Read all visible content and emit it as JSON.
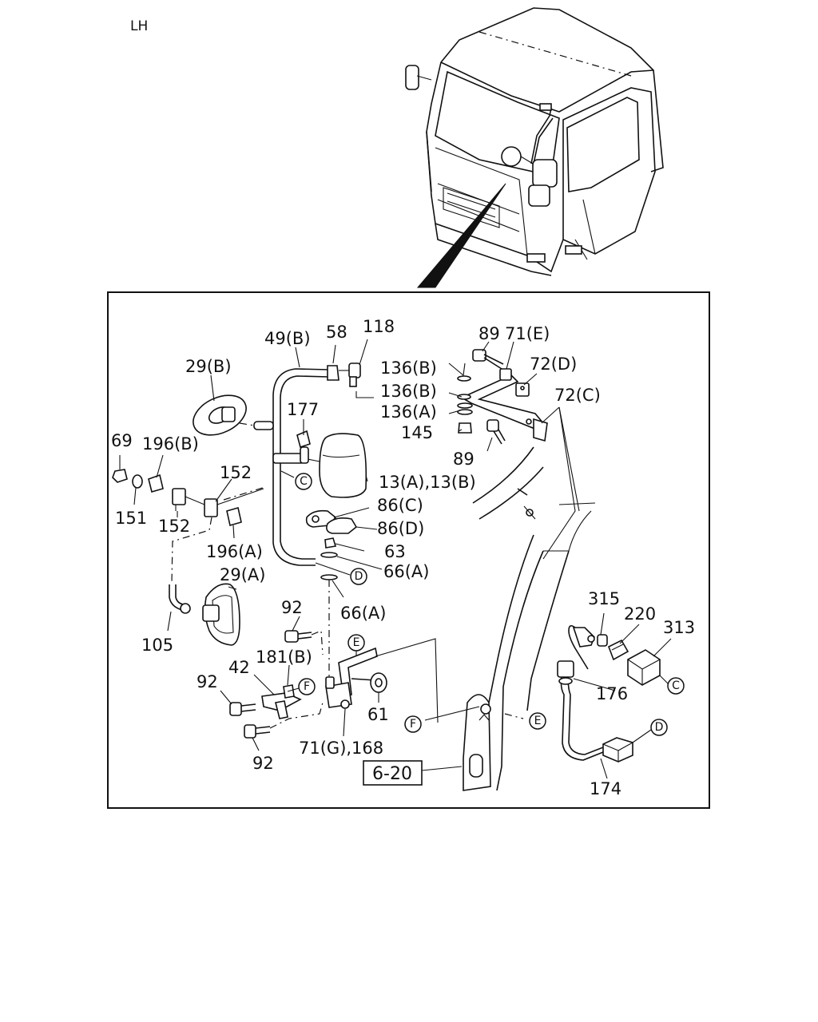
{
  "view_label": "LH",
  "reference": "6-20",
  "callouts": {
    "p89_top": "89",
    "p71e": "71(E)",
    "p72d": "72(D)",
    "p72c": "72(C)",
    "p136b_1": "136(B)",
    "p136b_2": "136(B)",
    "p136a": "136(A)",
    "p145": "145",
    "p89_bot": "89",
    "p49b": "49(B)",
    "p58": "58",
    "p118": "118",
    "p29b": "29(B)",
    "p177": "177",
    "p13": "13(A),13(B)",
    "p69": "69",
    "p196b": "196(B)",
    "p152_top": "152",
    "p151": "151",
    "p152_bot": "152",
    "p196a": "196(A)",
    "p86c": "86(C)",
    "p86d": "86(D)",
    "p63": "63",
    "p66a_1": "66(A)",
    "p66a_2": "66(A)",
    "p29a": "29(A)",
    "p105": "105",
    "p92_1": "92",
    "p181b": "181(B)",
    "p42": "42",
    "p92_2": "92",
    "p92_3": "92",
    "p61": "61",
    "p71g": "71(G),168",
    "p315": "315",
    "p220": "220",
    "p313": "313",
    "p176": "176",
    "p174": "174"
  },
  "connectors": {
    "c1": "C",
    "c2": "C",
    "d1": "D",
    "d2": "D",
    "e1": "E",
    "e2": "E",
    "f1": "F",
    "f2": "F"
  }
}
